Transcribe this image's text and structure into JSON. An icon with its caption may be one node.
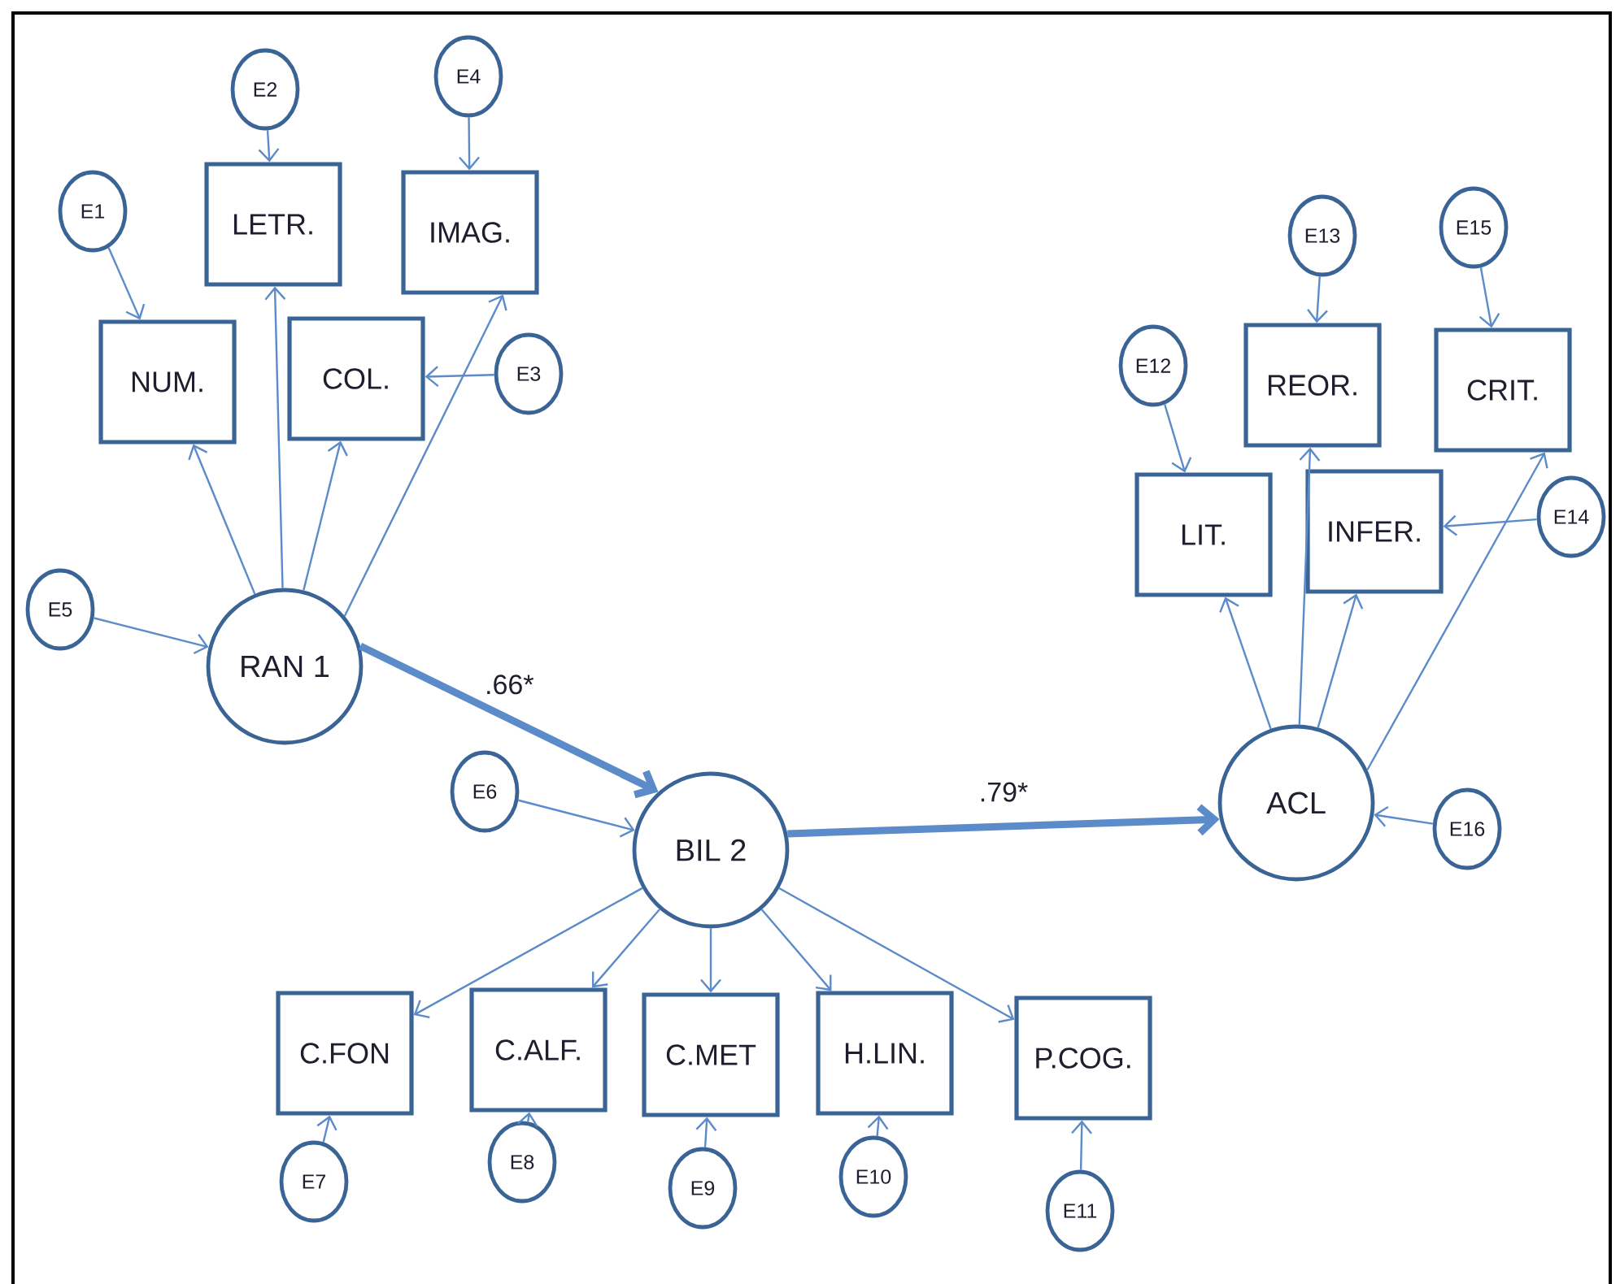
{
  "diagram": {
    "nodes": [
      {
        "text": [
          "E2"
        ]
      },
      {
        "text": [
          "E4"
        ]
      },
      {
        "text": [
          "LETR."
        ]
      },
      {
        "text": [
          "IMAG."
        ]
      },
      {
        "text": [
          "E1"
        ]
      },
      {
        "text": [
          "E13"
        ]
      },
      {
        "text": [
          "E15"
        ]
      },
      {
        "text": [
          "NUM."
        ]
      },
      {
        "text": [
          "COL."
        ]
      },
      {
        "text": [
          "E3"
        ]
      },
      {
        "text": [
          "E12"
        ]
      },
      {
        "text": [
          "REOR."
        ]
      },
      {
        "text": [
          "CRIT."
        ]
      },
      {
        "text": [
          "LIT."
        ]
      },
      {
        "text": [
          "INFER."
        ]
      },
      {
        "text": [
          "E14"
        ]
      },
      {
        "text": [
          "E5"
        ]
      },
      {
        "text": [
          "RAN 1"
        ]
      },
      {
        "text": [
          "E6"
        ]
      },
      {
        "text": [
          "BIL 2"
        ]
      },
      {
        "text": [
          "ACL"
        ]
      },
      {
        "text": [
          "E16"
        ]
      },
      {
        "text": [
          "C.FON"
        ]
      },
      {
        "text": [
          "C.ALF."
        ]
      },
      {
        "text": [
          "C.MET"
        ]
      },
      {
        "text": [
          "H.LIN."
        ]
      },
      {
        "text": [
          "P.COG."
        ]
      },
      {
        "text": [
          "E7"
        ]
      },
      {
        "text": [
          "E8"
        ]
      },
      {
        "text": [
          "E9"
        ]
      },
      {
        "text": [
          "E10"
        ]
      },
      {
        "text": [
          "E11"
        ]
      }
    ],
    "edges": [
      {
        "from": 0,
        "to": 2,
        "arrow": "to"
      },
      {
        "from": 1,
        "to": 3,
        "arrow": "to"
      },
      {
        "from": 4,
        "to": 7,
        "arrow": "to"
      },
      {
        "from": 9,
        "to": 8,
        "arrow": "to"
      },
      {
        "from": 16,
        "to": 17,
        "arrow": "to"
      },
      {
        "from": 17,
        "to": 7,
        "arrow": "to"
      },
      {
        "from": 17,
        "to": 2,
        "arrow": "to"
      },
      {
        "from": 17,
        "to": 8,
        "arrow": "to"
      },
      {
        "from": 17,
        "to": 3,
        "arrow": "to"
      },
      {
        "from": 17,
        "to": 19,
        "arrow": "to",
        "label": ".66*",
        "style": "thick"
      },
      {
        "from": 18,
        "to": 19,
        "arrow": "to"
      },
      {
        "from": 19,
        "to": 20,
        "arrow": "to",
        "label": ".79*",
        "style": "thick"
      },
      {
        "from": 19,
        "to": 22,
        "arrow": "to"
      },
      {
        "from": 19,
        "to": 23,
        "arrow": "to"
      },
      {
        "from": 19,
        "to": 24,
        "arrow": "to"
      },
      {
        "from": 19,
        "to": 25,
        "arrow": "to"
      },
      {
        "from": 19,
        "to": 26,
        "arrow": "to"
      },
      {
        "from": 27,
        "to": 22,
        "arrow": "to"
      },
      {
        "from": 28,
        "to": 23,
        "arrow": "to"
      },
      {
        "from": 29,
        "to": 24,
        "arrow": "to"
      },
      {
        "from": 30,
        "to": 25,
        "arrow": "to"
      },
      {
        "from": 31,
        "to": 26,
        "arrow": "to"
      },
      {
        "from": 5,
        "to": 11,
        "arrow": "to"
      },
      {
        "from": 6,
        "to": 12,
        "arrow": "to"
      },
      {
        "from": 10,
        "to": 13,
        "arrow": "to"
      },
      {
        "from": 15,
        "to": 14,
        "arrow": "to"
      },
      {
        "from": 20,
        "to": 13,
        "arrow": "to"
      },
      {
        "from": 20,
        "to": 11,
        "arrow": "to"
      },
      {
        "from": 20,
        "to": 14,
        "arrow": "to"
      },
      {
        "from": 20,
        "to": 12,
        "arrow": "to"
      },
      {
        "from": 21,
        "to": 20,
        "arrow": "to"
      }
    ]
  }
}
